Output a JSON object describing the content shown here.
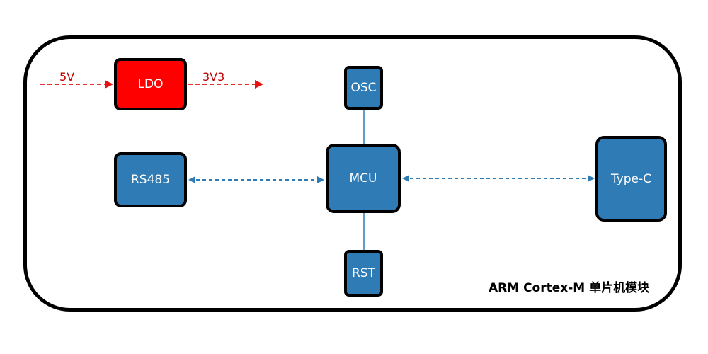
{
  "colors": {
    "primary": "#2e7bb6",
    "power": "#ff0000",
    "power_line": "#e03030",
    "outline": "#000000"
  },
  "nodes": {
    "ldo": "LDO",
    "osc": "OSC",
    "rs485": "RS485",
    "mcu": "MCU",
    "type_c": "Type-C",
    "rst": "RST"
  },
  "power": {
    "input_label": "5V",
    "output_label": "3V3"
  },
  "caption": "ARM Cortex-M  单片机模块"
}
